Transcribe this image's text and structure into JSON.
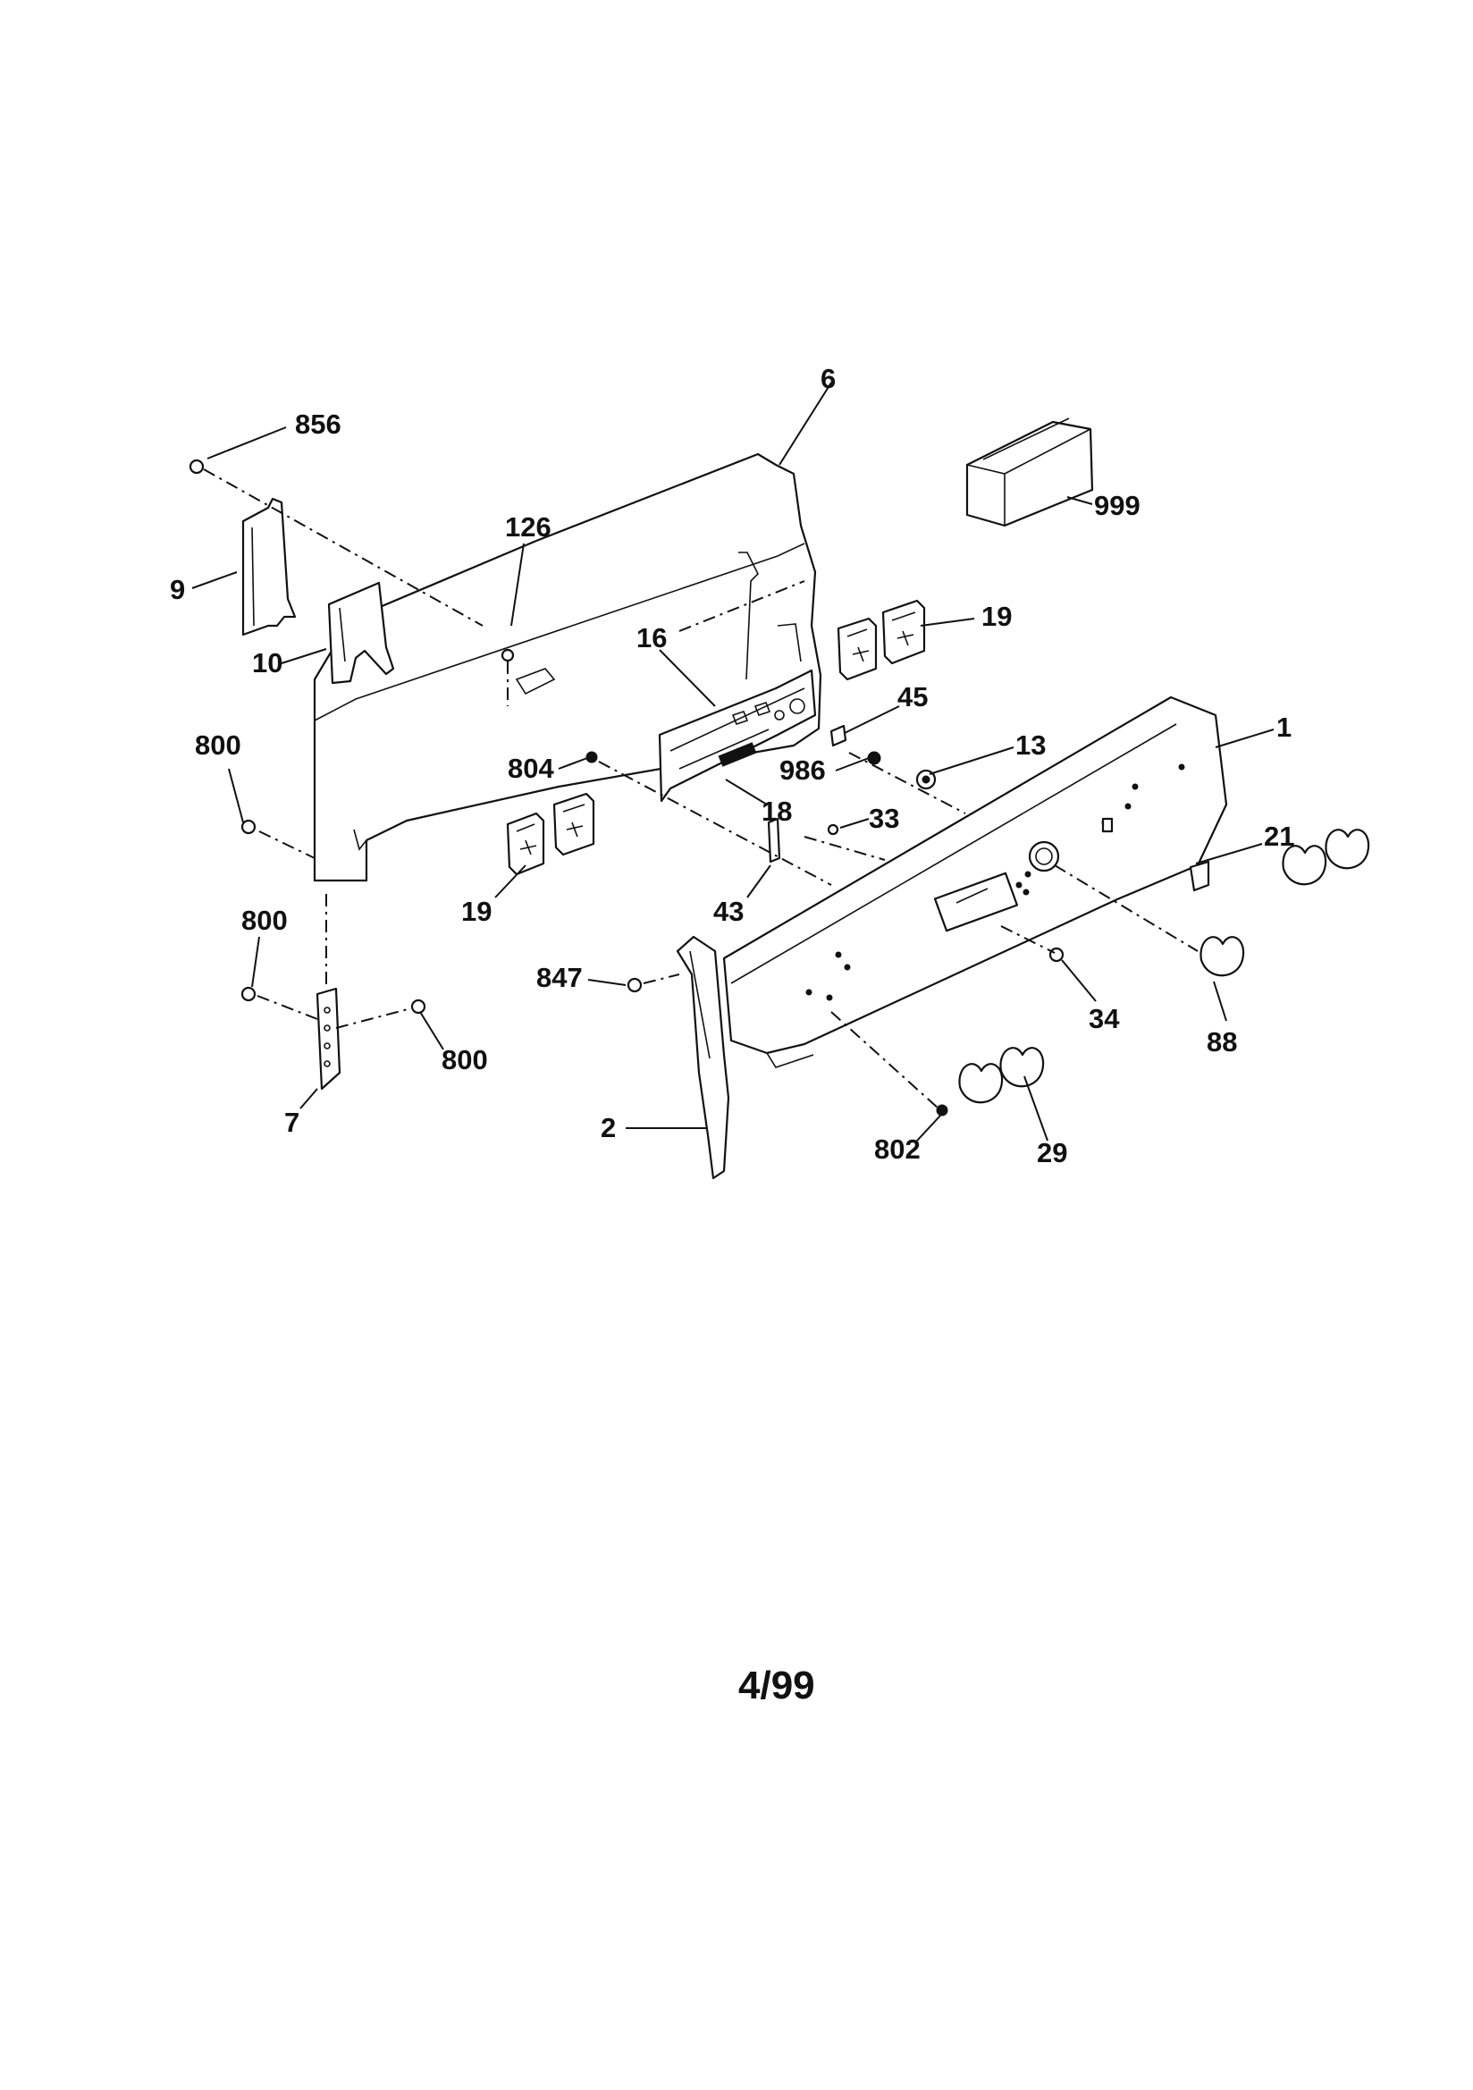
{
  "part_labels": [
    "856",
    "6",
    "999",
    "126",
    "9",
    "10",
    "16",
    "19",
    "45",
    "13",
    "1",
    "800",
    "804",
    "986",
    "18",
    "33",
    "21",
    "19",
    "43",
    "800",
    "847",
    "88",
    "34",
    "800",
    "7",
    "2",
    "802",
    "29"
  ],
  "footer": {
    "date": "4/99"
  }
}
